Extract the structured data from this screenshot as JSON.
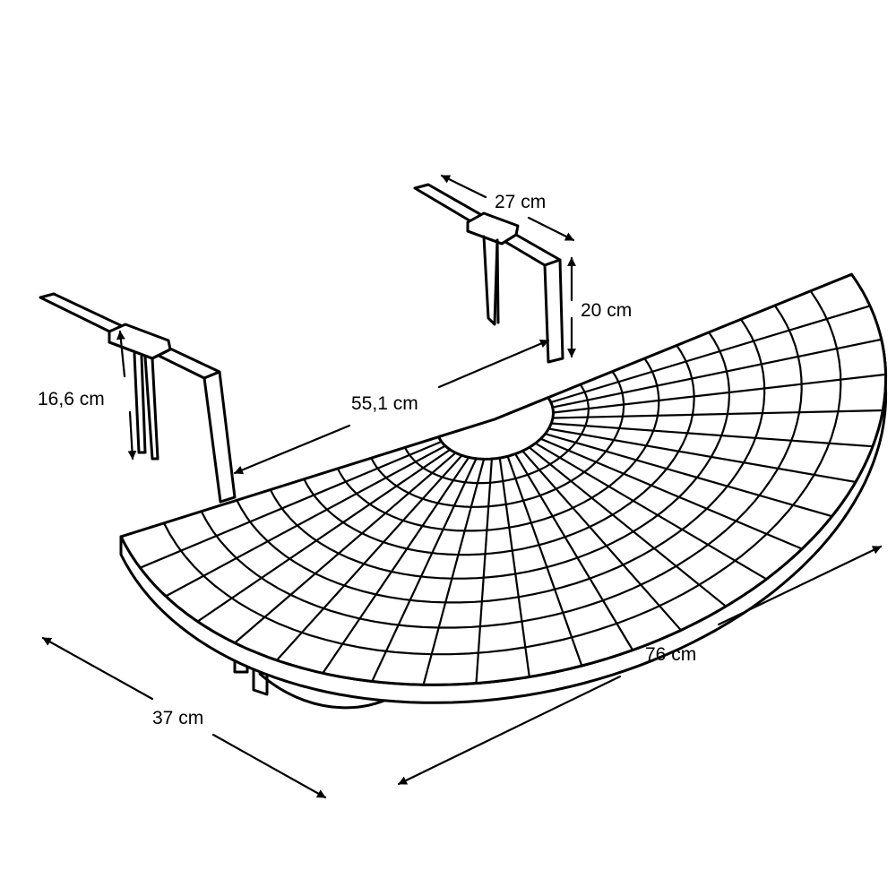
{
  "dimensions": {
    "bracket_hook_length": "27 cm",
    "bracket_height_right": "20 cm",
    "bracket_height_left": "16,6 cm",
    "bracket_spacing": "55,1 cm",
    "table_width": "76 cm",
    "table_depth": "37 cm"
  }
}
